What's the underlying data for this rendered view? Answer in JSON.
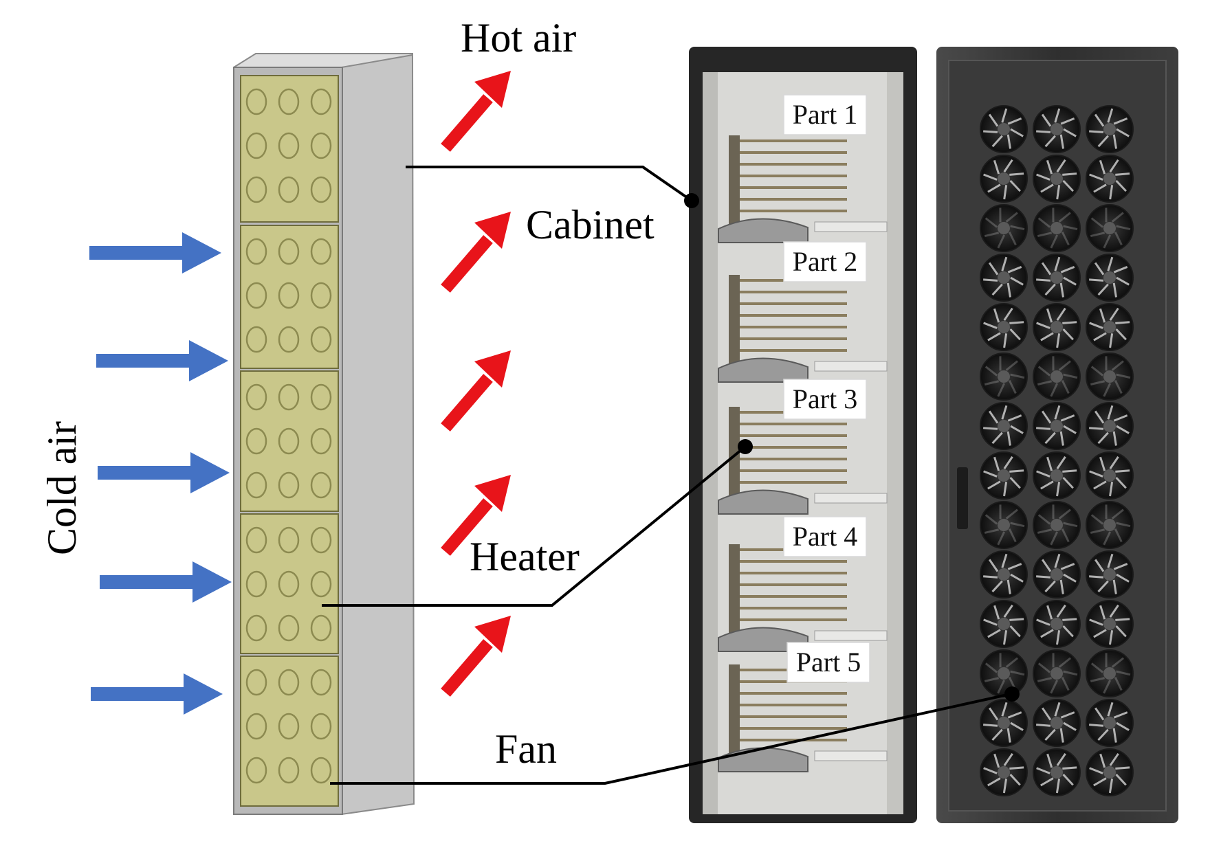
{
  "labels": {
    "hot_air": "Hot air",
    "cold_air": "Cold air",
    "cabinet": "Cabinet",
    "heater": "Heater",
    "fan": "Fan"
  },
  "parts": [
    "Part 1",
    "Part 2",
    "Part 3",
    "Part 4",
    "Part 5"
  ],
  "colors": {
    "cold_arrow": "#4472c4",
    "hot_arrow": "#e8141a",
    "cabinet_panel": "#c9c78a",
    "cabinet_side": "#c4c4c4",
    "cabinet_top": "#dcdcdc",
    "heater_ring": "#8c8a50"
  },
  "icons": {
    "cold_arrow": "right-arrow-icon",
    "hot_arrow": "up-right-arrow-icon",
    "fan": "fan-icon"
  }
}
